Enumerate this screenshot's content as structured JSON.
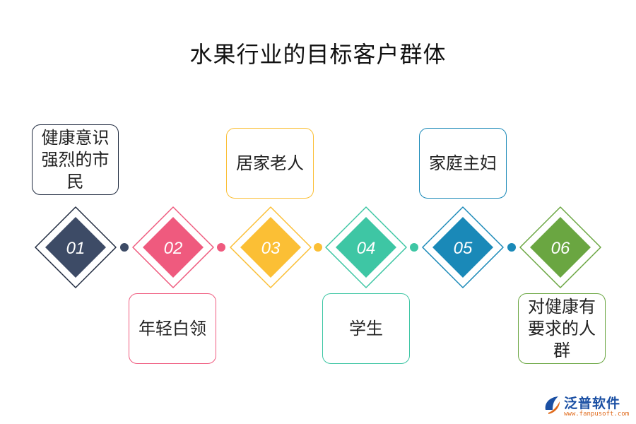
{
  "title": "水果行业的目标客户群体",
  "steps": [
    {
      "number": "01",
      "label": "健康意识强烈的市民",
      "color": "#3d4b66",
      "position": "top"
    },
    {
      "number": "02",
      "label": "年轻白领",
      "color": "#ef5a7e",
      "position": "bottom"
    },
    {
      "number": "03",
      "label": "居家老人",
      "color": "#fbbf35",
      "position": "top"
    },
    {
      "number": "04",
      "label": "学生",
      "color": "#3ec6a4",
      "position": "bottom"
    },
    {
      "number": "05",
      "label": "家庭主妇",
      "color": "#1a89b8",
      "position": "top"
    },
    {
      "number": "06",
      "label": "对健康有要求的人群",
      "color": "#6aa641",
      "position": "bottom"
    }
  ],
  "watermark": {
    "name": "泛普软件",
    "url": "www.fanpusoft.com",
    "colors": {
      "name": "#1a4fa3",
      "url": "#e06a1b"
    }
  }
}
